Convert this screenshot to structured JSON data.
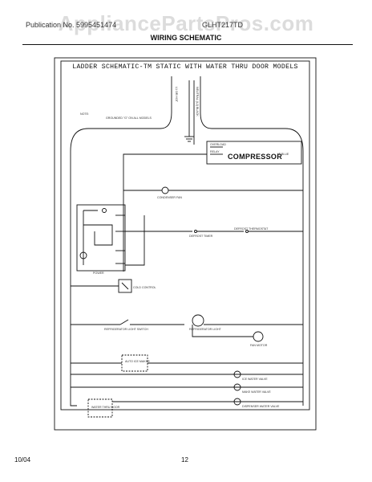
{
  "watermark": "AppliancePartsPros.com",
  "header": {
    "publication": "Publication No. 5995451474",
    "model": "GLHT217TD",
    "title": "WIRING SCHEMATIC"
  },
  "schematic": {
    "title": "LADDER SCHEMATIC-TM STATIC WITH WATER THRU DOOR MODELS",
    "supply_labels": [
      "L1 OR HOT",
      "NEUTRAL (L2) BLACK"
    ],
    "note_label": "NOTE:",
    "note_text": "GROUNDED \"G\" ON ALL MODELS",
    "compressor_label": "COMPRESSOR",
    "compressor_small": [
      "OVERLOAD",
      "RELAY"
    ],
    "compressor_tag": "LT BLUE",
    "condenser_fan": "CONDENSER FAN",
    "power_label": "POWER",
    "defrost_timer": "DEFROST TIMER",
    "defrost_thermostat": "DEFROST THERMOSTAT",
    "cold_control": "COLD CONTROL",
    "refrigerator_light_switch": "REFRIGERATOR LIGHT SWITCH",
    "refrigerator_light": "REFRIGERATOR LIGHT",
    "fan_motor": "FAN MOTOR",
    "auto_ice_maker": "AUTO ICE MAKER",
    "ice_water_valve": "ICE WATER VALVE",
    "make_water_valve": "MAKE WATER VALVE",
    "dispenser_water_valve": "DISPENSER WATER VALVE",
    "water_thru_door": "WATER THRU DOOR"
  },
  "footer": {
    "date": "10/04",
    "page": "12"
  }
}
